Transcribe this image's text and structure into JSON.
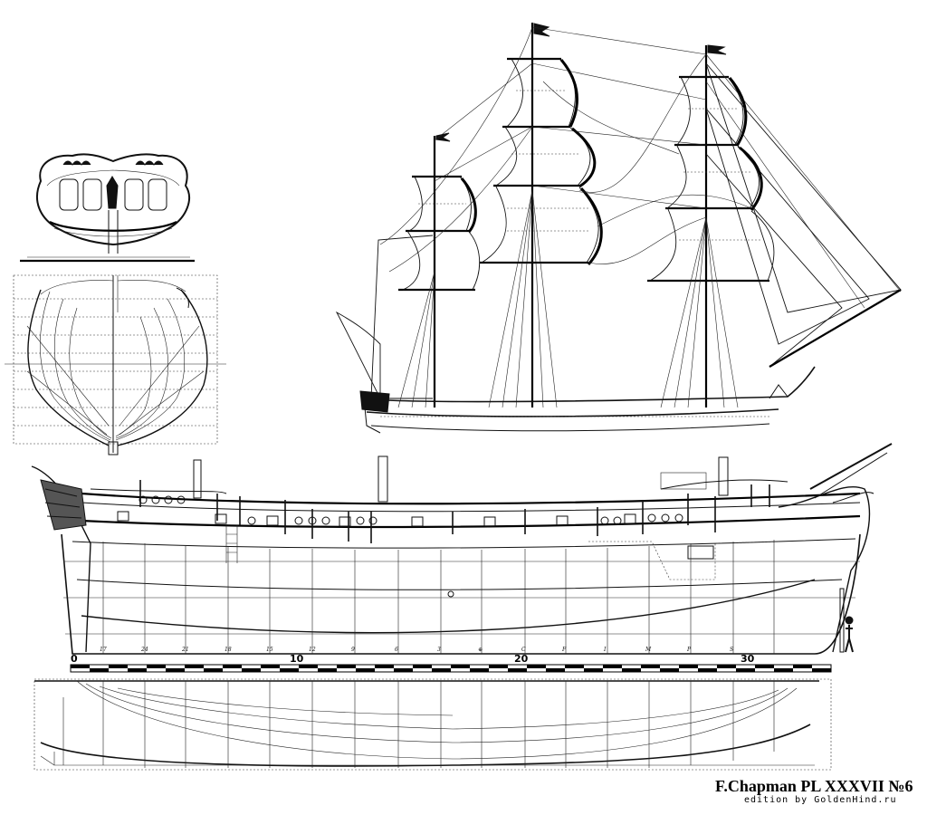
{
  "caption": {
    "title": "F.Chapman PL XXXVII №6",
    "subtitle": "edition by GoldenHind.ru"
  },
  "scale": {
    "labels": [
      "0",
      "10",
      "20",
      "30"
    ]
  },
  "stations": [
    "17",
    "24",
    "21",
    "18",
    "15",
    "12",
    "9",
    "6",
    "3",
    "⊕",
    "C",
    "F",
    "I",
    "M",
    "P",
    "S"
  ],
  "colors": {
    "ink": "#111111",
    "paper": "#ffffff"
  }
}
